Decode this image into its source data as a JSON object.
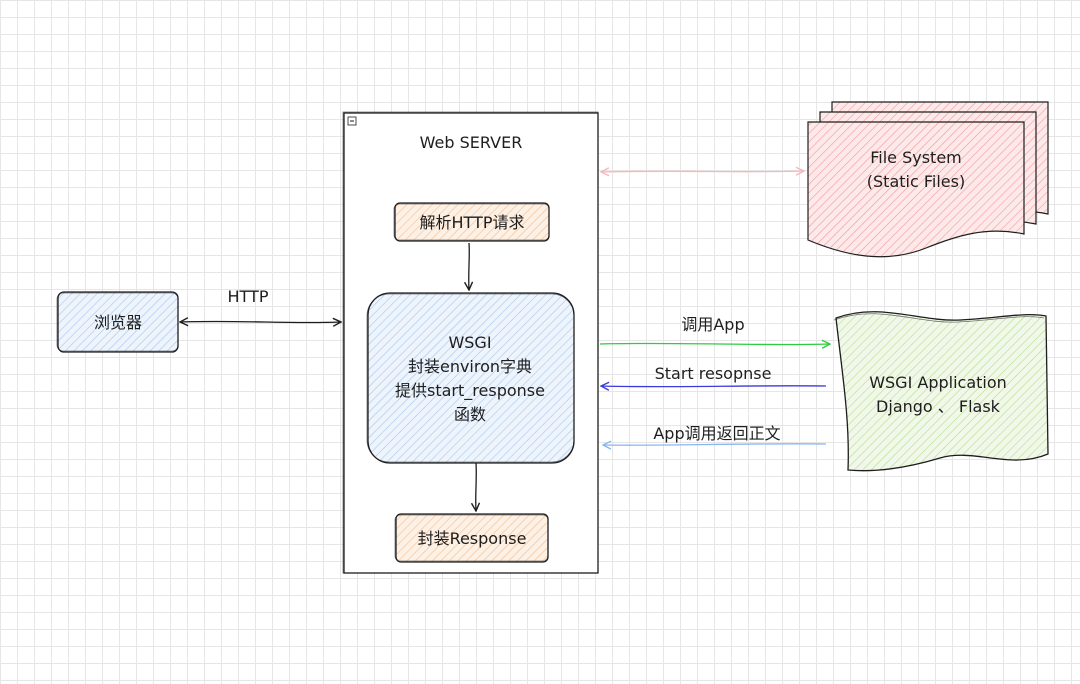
{
  "server": {
    "title": "Web SERVER",
    "minimize_glyph": "−"
  },
  "browser": {
    "label": "浏览器"
  },
  "http_label": "HTTP",
  "parse_box": {
    "label": "解析HTTP请求"
  },
  "wsgi_box": {
    "lines": [
      "WSGI",
      "封装environ字典",
      "提供start_response",
      "函数"
    ]
  },
  "response_box": {
    "label": "封装Response"
  },
  "file_system": {
    "lines": [
      "File System",
      "(Static Files)"
    ]
  },
  "wsgi_app": {
    "lines": [
      "WSGI Application",
      "Django 、 Flask"
    ]
  },
  "arrows": {
    "call_app": "调用App",
    "start_response": "Start resopnse",
    "return_body": "App调用返回正文"
  },
  "colors": {
    "blue_fill": "#dbe8f8",
    "orange_fill": "#fbe3cf",
    "red_fill": "#fcd6d6",
    "green_fill": "#e4f2d4",
    "green_arrow": "#2ecc40",
    "blue_arrow": "#3b3bdb",
    "lightblue_arrow": "#8ab6f0",
    "pink_arrow": "#f5b8bc",
    "stroke": "#1e1e1e"
  }
}
